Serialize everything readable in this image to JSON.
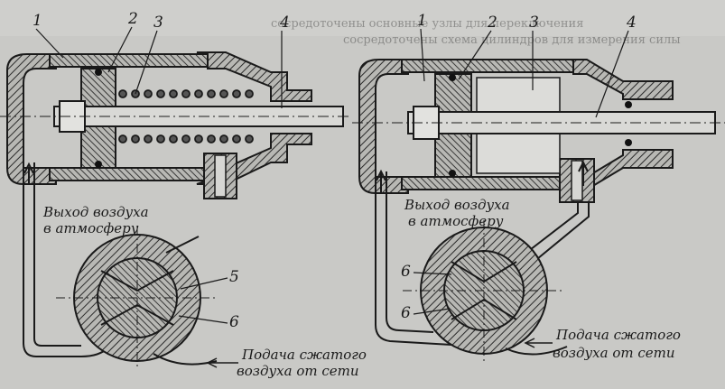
{
  "header_text": {
    "line1": "",
    "line2": "сосредоточены основные узлы для переключения",
    "line3": "сосредоточены схема цилиндров для измерения силы"
  },
  "left_view": {
    "callouts": [
      "1",
      "2",
      "3",
      "4",
      "5",
      "6"
    ],
    "exhaust_label": [
      "Выход воздуха",
      "в атмосферу"
    ],
    "supply_label": [
      "Подача сжатого",
      "воздуха от сети"
    ]
  },
  "right_view": {
    "callouts": [
      "1",
      "2",
      "3",
      "4",
      "6",
      "6"
    ],
    "exhaust_label": [
      "Выход воздуха",
      "в атмосферу"
    ],
    "supply_label": [
      "Подача сжатого",
      "воздуха от сети"
    ]
  },
  "colors": {
    "paper": "#c9c9c6",
    "ink": "#1a1a1a",
    "hatch": "#3a3a3a"
  }
}
